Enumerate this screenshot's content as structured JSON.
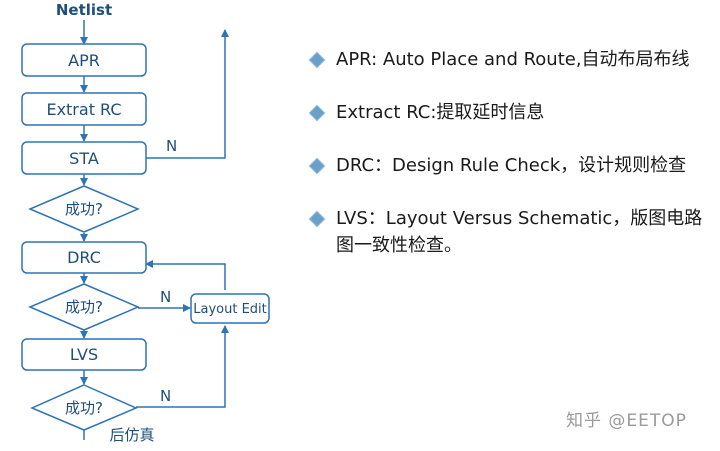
{
  "flow": {
    "start_label": "Netlist",
    "apr": "APR",
    "extract_rc": "Extrat RC",
    "sta": "STA",
    "success_1": "成功?",
    "drc": "DRC",
    "success_2": "成功?",
    "lvs": "LVS",
    "success_3": "成功?",
    "layout_edit": "Layout Edit",
    "no_1": "N",
    "no_2": "N",
    "no_3": "N",
    "end_label": "后仿真"
  },
  "bullets": [
    {
      "text": "APR: Auto Place and Route,自动布局布线"
    },
    {
      "text": "Extract RC:提取延时信息"
    },
    {
      "text": "DRC：Design Rule Check，设计规则检查"
    },
    {
      "text": "LVS：Layout Versus Schematic，版图电路图一致性检查。"
    }
  ],
  "watermark": {
    "text": "知乎 @EETOP"
  },
  "colors": {
    "stroke": "#2e74b5",
    "text": "#1f4e79",
    "bullet_icon": "#6aa0c8"
  }
}
